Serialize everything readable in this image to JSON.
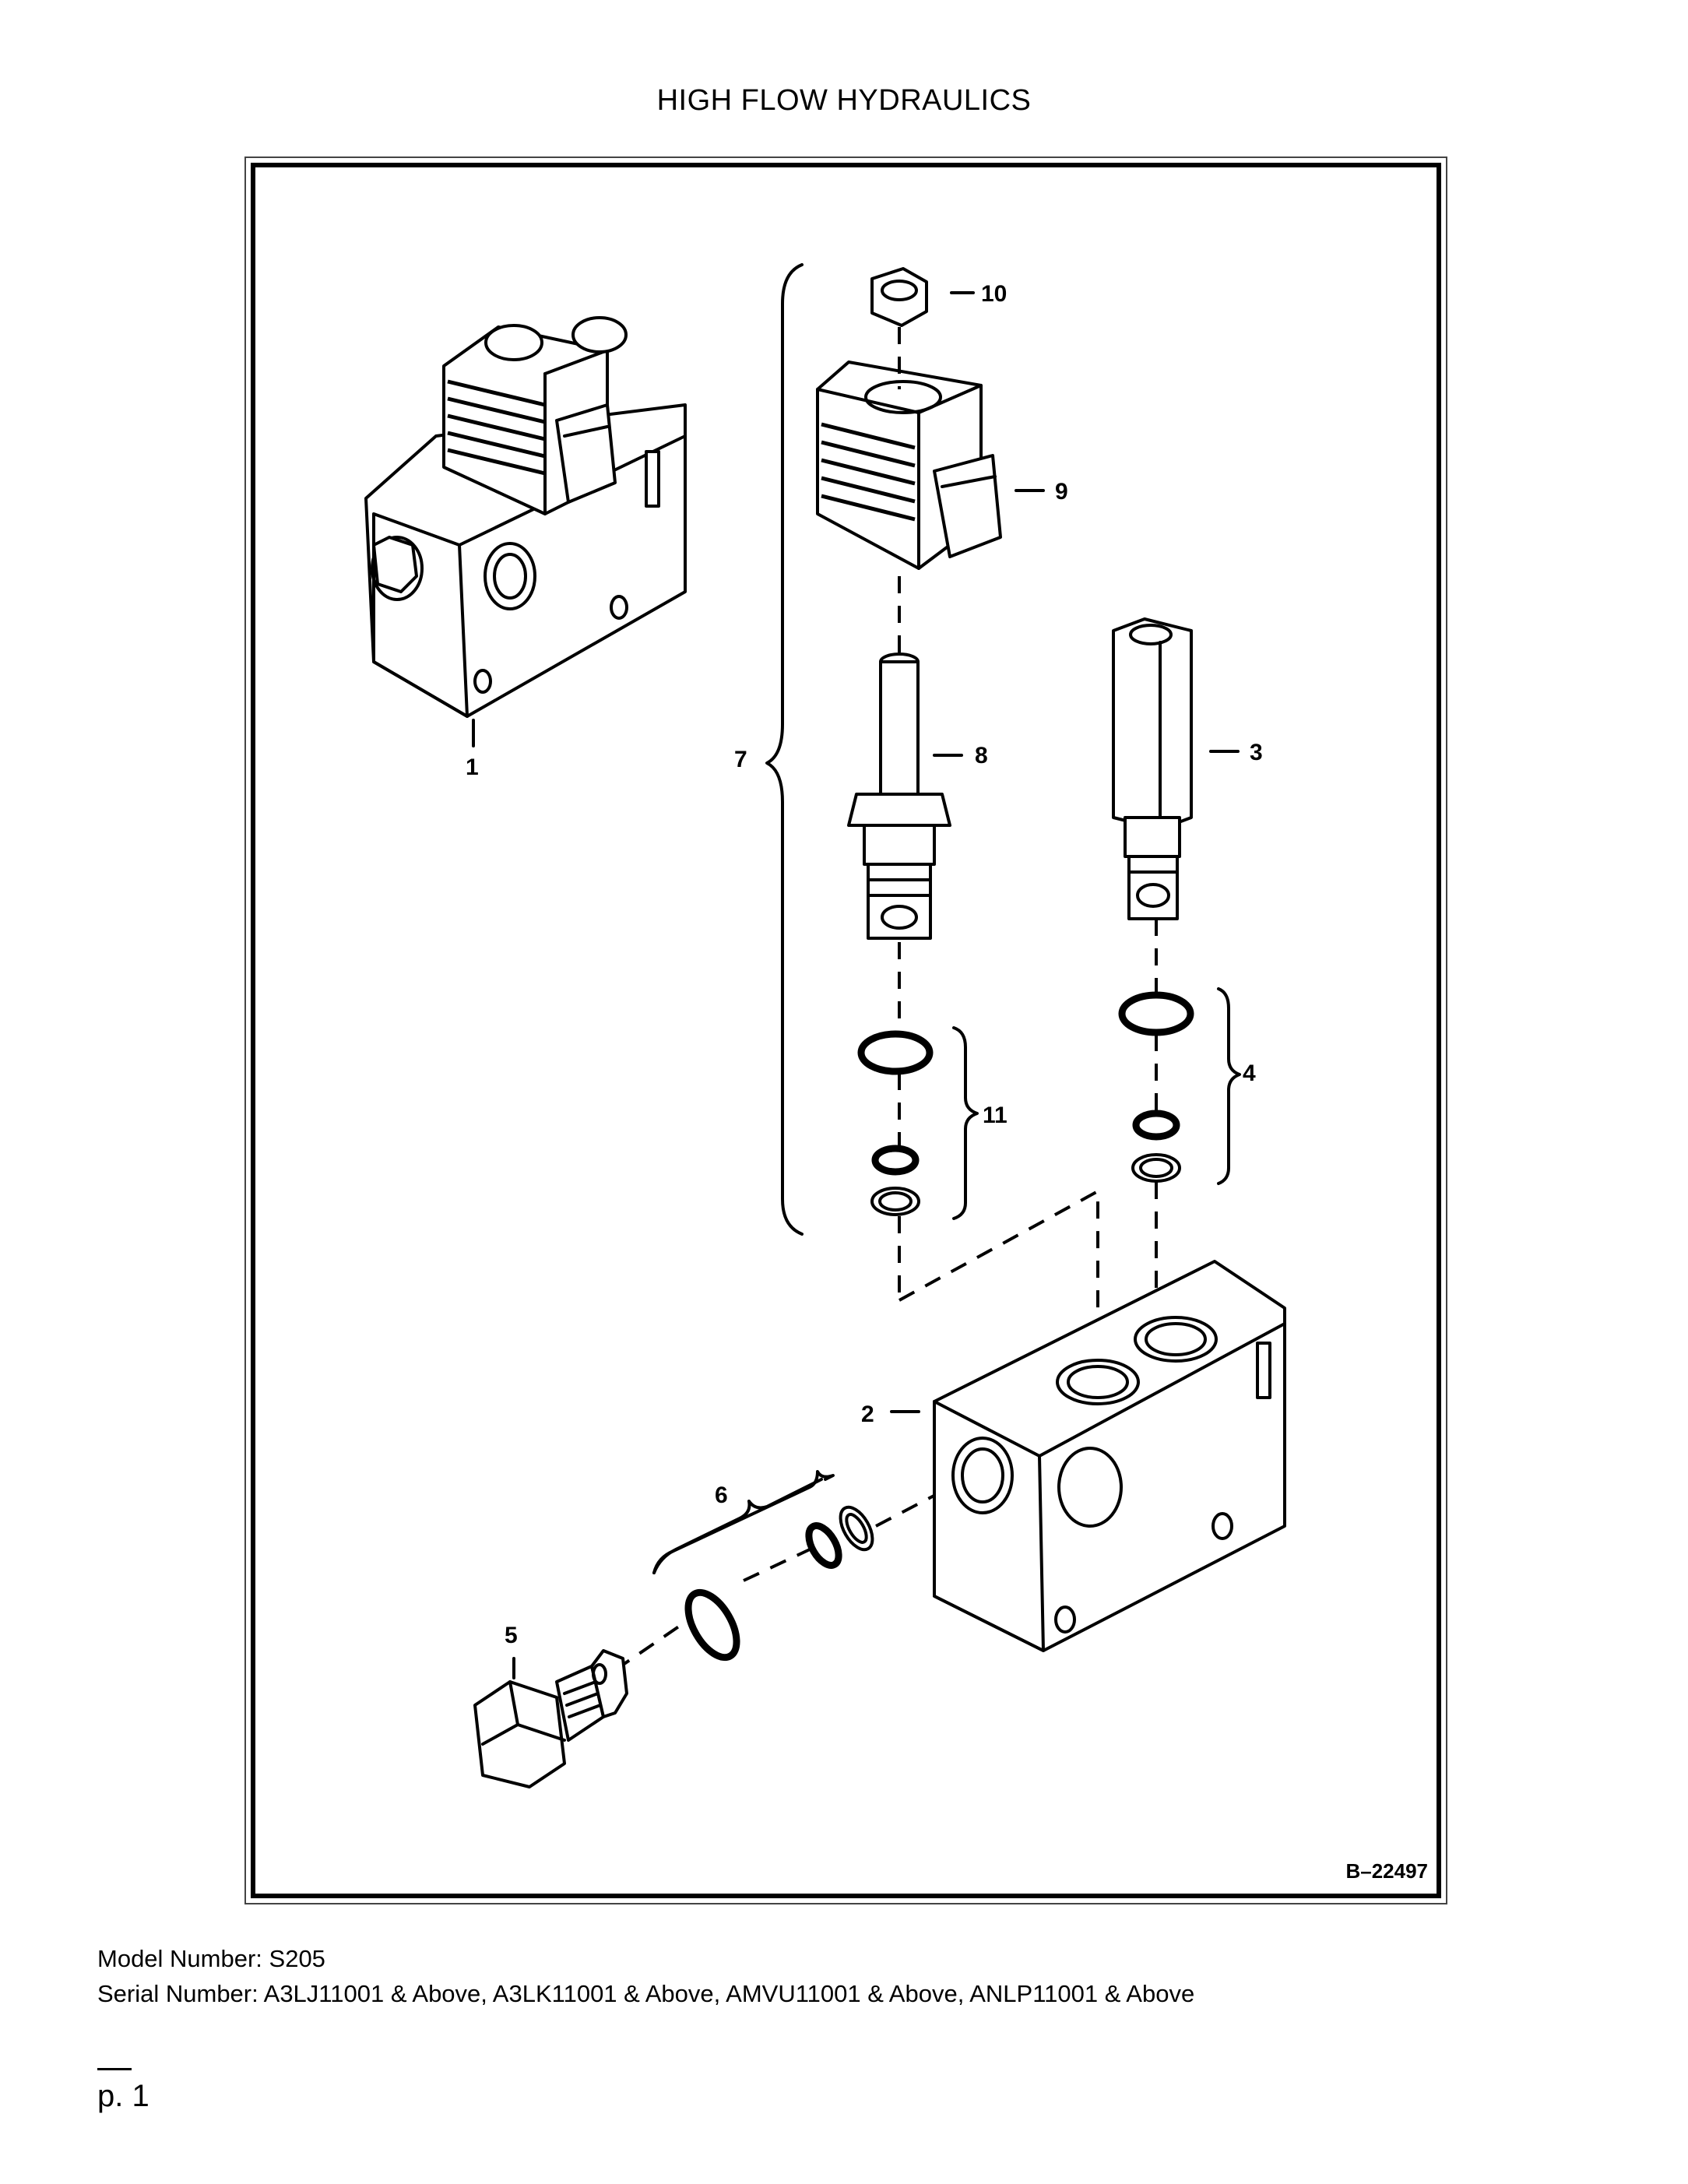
{
  "page": {
    "title": "HIGH FLOW HYDRAULICS",
    "page_number": "p. 1"
  },
  "figure": {
    "reference": "B–22497",
    "callouts": [
      "1",
      "2",
      "3",
      "4",
      "5",
      "6",
      "7",
      "8",
      "9",
      "10",
      "11"
    ]
  },
  "model": {
    "label": "Model Number: S205"
  },
  "serial": {
    "label": "Serial Number: A3LJ11001 & Above, A3LK11001 & Above, AMVU11001 & Above, ANLP11001 & Above"
  }
}
